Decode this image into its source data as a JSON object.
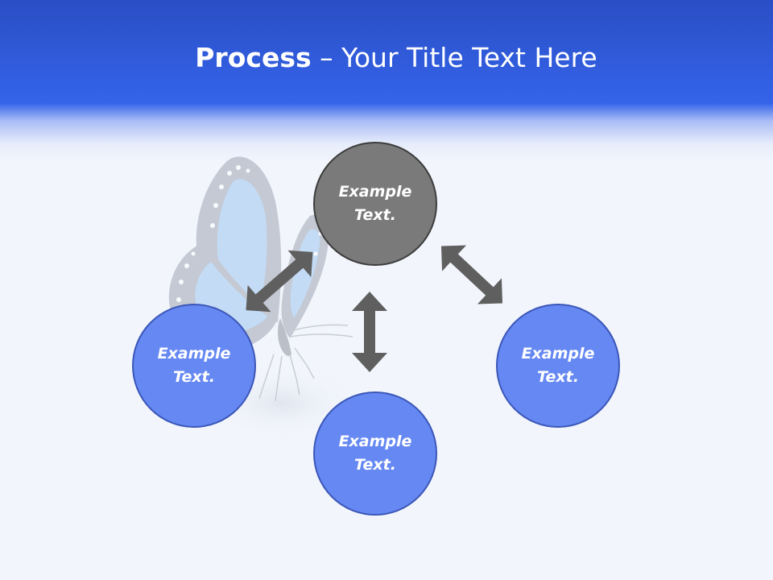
{
  "title": {
    "bold": "Process",
    "rest": " – Your Title Text Here"
  },
  "nodes": {
    "top": "Example Text.",
    "left": "Example Text.",
    "right": "Example Text.",
    "bottom": "Example Text."
  },
  "colors": {
    "header": "#3464ea",
    "node_blue": "#6688f2",
    "node_gray": "#7a7a7a",
    "arrow": "#5f5f5f"
  },
  "icons": [
    "butterfly-illustration",
    "double-arrow-icon"
  ]
}
